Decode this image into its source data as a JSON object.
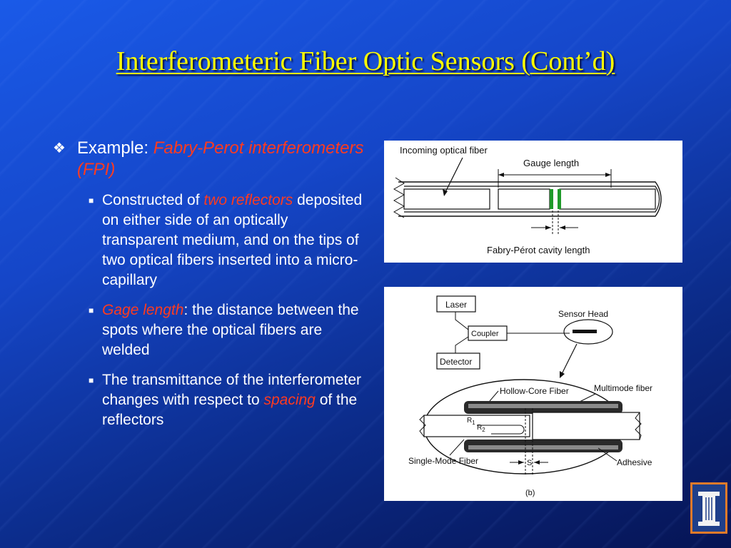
{
  "slide": {
    "title": "Interferometeric Fiber Optic Sensors (Cont’d)",
    "bullet": {
      "prefix": "Example: ",
      "highlight": "Fabry-Perot interferometers (FPI)"
    },
    "subbullets": [
      {
        "pre": "Constructed of ",
        "em": "two reflectors",
        "post": " deposited on either side of an optically transparent medium, and on the tips of two optical fibers inserted into a micro-capillary"
      },
      {
        "pre": "",
        "em": "Gage length",
        "post": ": the distance between the spots where the optical fibers are welded"
      },
      {
        "pre": "The transmittance of the interferometer changes with respect to ",
        "em": "spacing",
        "post": " of the reflectors"
      }
    ]
  },
  "figure1": {
    "incoming": "Incoming optical fiber",
    "gauge": "Gauge length",
    "cavity": "Fabry-Pérot cavity length"
  },
  "figure2": {
    "laser": "Laser",
    "coupler": "Coupler",
    "detector": "Detector",
    "sensor_head": "Sensor Head",
    "hollow": "Hollow-Core Fiber",
    "multimode": "Multimode fiber",
    "r1": "R",
    "r1sub": "1",
    "r2": "R",
    "r2sub": "2",
    "single_mode": "Single-Mode Fiber",
    "s": "S",
    "adhesive": "Adhesive",
    "caption": "(b)"
  },
  "colors": {
    "title": "#ffff00",
    "emphasis": "#ff3b1f",
    "reflector": "#1f9a2a",
    "logo_border": "#e07a2a"
  },
  "icons": {
    "bullet": "diamond-four-icon",
    "sub": "square-bullet-icon",
    "logo": "university-column-icon"
  }
}
